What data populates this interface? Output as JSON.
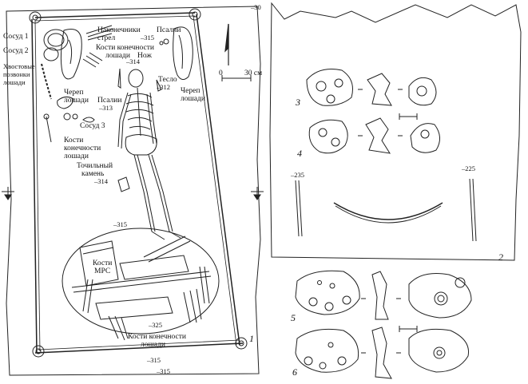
{
  "labels": {
    "sosud1": "Сосуд 1",
    "sosud2": "Сосуд 2",
    "tail_1": "Хвостовые",
    "tail_2": "позвонки",
    "tail_3": "лошади",
    "arrow_1": "Наконечники",
    "arrow_2": "стрел",
    "psalii_top": "Псалии",
    "psalii_top_depth": "–315",
    "bones_limb_1": "Кости конечности",
    "bones_limb_2": "лошади",
    "knife": "Нож",
    "knife_depth": "–314",
    "teslo": "Тесло",
    "teslo_depth": "–312",
    "skull_right_1": "Череп",
    "skull_right_2": "лошади",
    "skull_left_1": "Череп",
    "skull_left_2": "лошади",
    "psalii_mid": "Псалии",
    "psalii_mid_depth": "–313",
    "sosud3": "Сосуд 3",
    "limb_left_1": "Кости",
    "limb_left_2": "конечности",
    "limb_left_3": "лошади",
    "stone_1": "Точильный",
    "stone_2": "камень",
    "stone_depth": "–314",
    "depth_315_mid": "–315",
    "mrs_1": "Кости",
    "mrs_2": "МРС",
    "depth_325": "–325",
    "limb_bottom_1": "Кости конечности",
    "limb_bottom_2": "лошади",
    "depth_315_b1": "–315",
    "depth_315_b2": "–315",
    "depth_30": "–30",
    "depth_235": "–235",
    "depth_225": "–225",
    "scale_0": "0",
    "scale_30": "30 см"
  },
  "figure_numbers": {
    "n1": "1",
    "n2": "2",
    "n3": "3",
    "n4": "4",
    "n5": "5",
    "n6": "6"
  }
}
